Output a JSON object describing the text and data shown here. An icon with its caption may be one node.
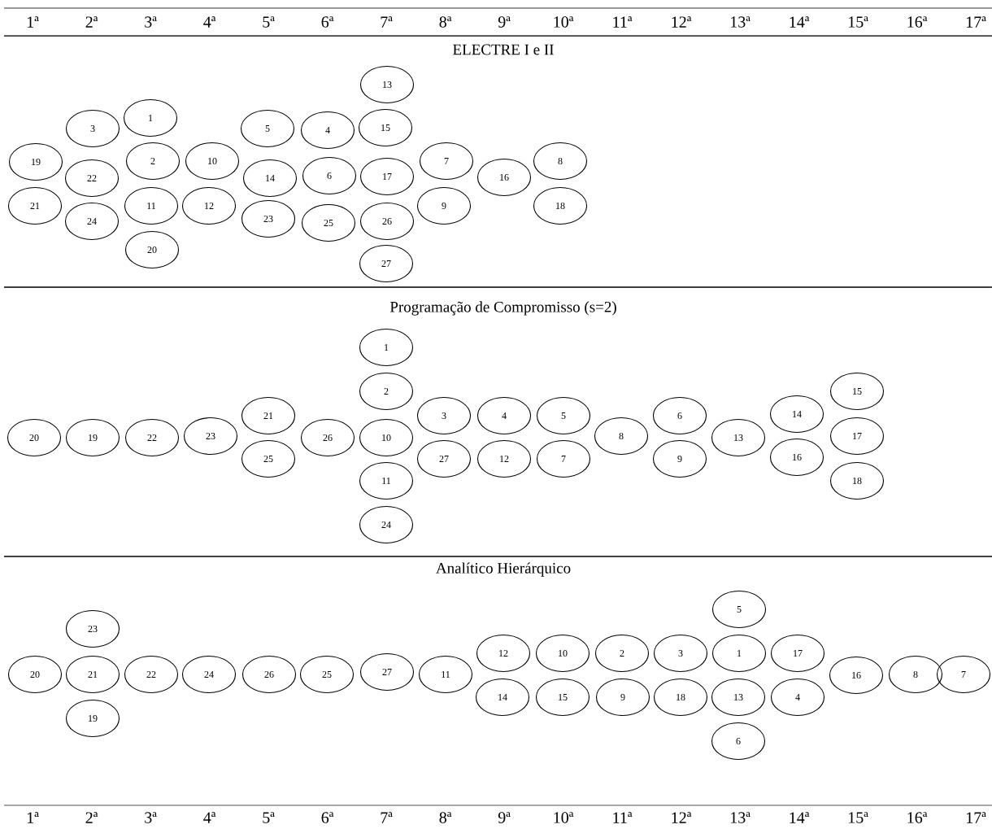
{
  "diagram": {
    "nodes": [
      {
        "text": [
          "19"
        ]
      },
      {
        "text": [
          "21"
        ]
      },
      {
        "text": [
          "3"
        ]
      },
      {
        "text": [
          "22"
        ]
      },
      {
        "text": [
          "24"
        ]
      },
      {
        "text": [
          "1"
        ]
      },
      {
        "text": [
          "2"
        ]
      },
      {
        "text": [
          "11"
        ]
      },
      {
        "text": [
          "20"
        ]
      },
      {
        "text": [
          "10"
        ]
      },
      {
        "text": [
          "12"
        ]
      },
      {
        "text": [
          "5"
        ]
      },
      {
        "text": [
          "14"
        ]
      },
      {
        "text": [
          "23"
        ]
      },
      {
        "text": [
          "4"
        ]
      },
      {
        "text": [
          "6"
        ]
      },
      {
        "text": [
          "25"
        ]
      },
      {
        "text": [
          "13"
        ]
      },
      {
        "text": [
          "15"
        ]
      },
      {
        "text": [
          "17"
        ]
      },
      {
        "text": [
          "26"
        ]
      },
      {
        "text": [
          "27"
        ]
      },
      {
        "text": [
          "7"
        ]
      },
      {
        "text": [
          "9"
        ]
      },
      {
        "text": [
          "16"
        ]
      },
      {
        "text": [
          "8"
        ]
      },
      {
        "text": [
          "18"
        ]
      },
      {
        "text": [
          "20"
        ]
      },
      {
        "text": [
          "19"
        ]
      },
      {
        "text": [
          "22"
        ]
      },
      {
        "text": [
          "23"
        ]
      },
      {
        "text": [
          "21"
        ]
      },
      {
        "text": [
          "25"
        ]
      },
      {
        "text": [
          "26"
        ]
      },
      {
        "text": [
          "1"
        ]
      },
      {
        "text": [
          "2"
        ]
      },
      {
        "text": [
          "10"
        ]
      },
      {
        "text": [
          "11"
        ]
      },
      {
        "text": [
          "24"
        ]
      },
      {
        "text": [
          "3"
        ]
      },
      {
        "text": [
          "27"
        ]
      },
      {
        "text": [
          "4"
        ]
      },
      {
        "text": [
          "12"
        ]
      },
      {
        "text": [
          "5"
        ]
      },
      {
        "text": [
          "7"
        ]
      },
      {
        "text": [
          "8"
        ]
      },
      {
        "text": [
          "6"
        ]
      },
      {
        "text": [
          "9"
        ]
      },
      {
        "text": [
          "13"
        ]
      },
      {
        "text": [
          "14"
        ]
      },
      {
        "text": [
          "16"
        ]
      },
      {
        "text": [
          "15"
        ]
      },
      {
        "text": [
          "17"
        ]
      },
      {
        "text": [
          "18"
        ]
      },
      {
        "text": [
          "20"
        ]
      },
      {
        "text": [
          "23"
        ]
      },
      {
        "text": [
          "21"
        ]
      },
      {
        "text": [
          "19"
        ]
      },
      {
        "text": [
          "22"
        ]
      },
      {
        "text": [
          "24"
        ]
      },
      {
        "text": [
          "26"
        ]
      },
      {
        "text": [
          "25"
        ]
      },
      {
        "text": [
          "27"
        ]
      },
      {
        "text": [
          "11"
        ]
      },
      {
        "text": [
          "12"
        ]
      },
      {
        "text": [
          "14"
        ]
      },
      {
        "text": [
          "10"
        ]
      },
      {
        "text": [
          "15"
        ]
      },
      {
        "text": [
          "2"
        ]
      },
      {
        "text": [
          "9"
        ]
      },
      {
        "text": [
          "3"
        ]
      },
      {
        "text": [
          "18"
        ]
      },
      {
        "text": [
          "5"
        ]
      },
      {
        "text": [
          "1"
        ]
      },
      {
        "text": [
          "13"
        ]
      },
      {
        "text": [
          "6"
        ]
      },
      {
        "text": [
          "17"
        ]
      },
      {
        "text": [
          "4"
        ]
      },
      {
        "text": [
          "16"
        ]
      },
      {
        "text": [
          "8"
        ]
      },
      {
        "text": [
          "7"
        ]
      }
    ],
    "labels": [
      "1ª",
      "2ª",
      "3ª",
      "4ª",
      "5ª",
      "6ª",
      "7ª",
      "8ª",
      "9ª",
      "10ª",
      "11ª",
      "12ª",
      "13ª",
      "14ª",
      "15ª",
      "16ª",
      "17ª",
      "ELECTRE I  e II",
      "Programação de Compromisso (s=2)",
      "Analítico Hierárquico",
      "1ª",
      "2ª",
      "3ª",
      "4ª",
      "5ª",
      "6ª",
      "7ª",
      "8ª",
      "9ª",
      "10ª",
      "11ª",
      "12ª",
      "13ª",
      "14ª",
      "15ª",
      "16ª",
      "17ª"
    ]
  }
}
